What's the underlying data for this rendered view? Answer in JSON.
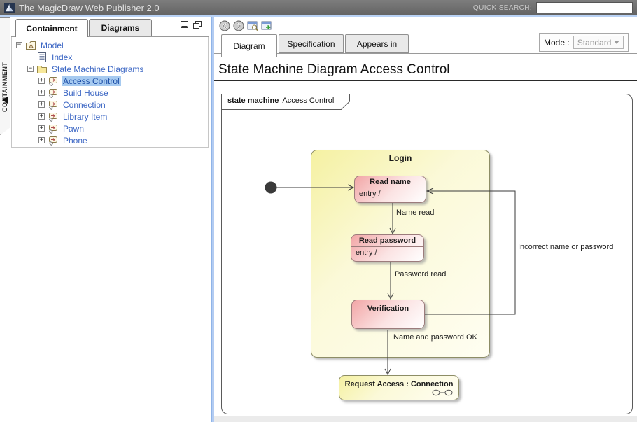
{
  "header": {
    "app_title": "The MagicDraw Web Publisher 2.0",
    "quick_search_label": "QUICK SEARCH:",
    "quick_search_value": ""
  },
  "sidebar": {
    "collapsed_tab_label": "CONTAINMENT",
    "tabs": {
      "containment": "Containment",
      "diagrams": "Diagrams"
    },
    "tree": [
      {
        "label": "Model",
        "expander": "−"
      },
      {
        "label": "Index",
        "expander": ""
      },
      {
        "label": "State Machine Diagrams",
        "expander": "−"
      },
      {
        "label": "Access Control",
        "expander": "+"
      },
      {
        "label": "Build House",
        "expander": "+"
      },
      {
        "label": "Connection",
        "expander": "+"
      },
      {
        "label": "Library Item",
        "expander": "+"
      },
      {
        "label": "Pawn",
        "expander": "+"
      },
      {
        "label": "Phone",
        "expander": "+"
      }
    ]
  },
  "main": {
    "tabs": {
      "diagram": "Diagram",
      "specification": "Specification",
      "appears_in": "Appears in"
    },
    "mode_label": "Mode :",
    "mode_value": "Standard",
    "page_title": "State Machine Diagram Access Control"
  },
  "diagram": {
    "frame_keyword": "state machine",
    "frame_name": "Access Control",
    "login_state": "Login",
    "read_name": {
      "title": "Read name",
      "body": "entry /"
    },
    "read_password": {
      "title": "Read password",
      "body": "entry /"
    },
    "verification": "Verification",
    "request_access": "Request Access : Connection",
    "transitions": {
      "name_read": "Name read",
      "password_read": "Password read",
      "incorrect": "Incorrect name or password",
      "ok": "Name and password OK"
    }
  },
  "colors": {
    "accent_blue": "#b3ccf2",
    "selection_blue": "#a6caf0",
    "state_yellow": "#f5f1a2",
    "state_pink": "#f2a6a6",
    "tree_text": "#3b66c4",
    "header_gray": "#6e6e6e"
  }
}
